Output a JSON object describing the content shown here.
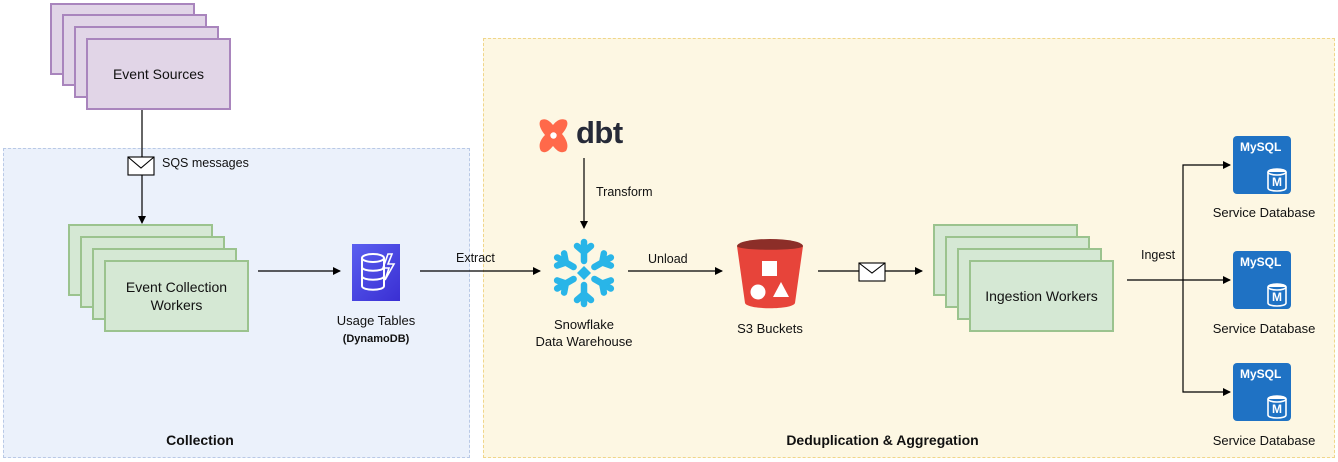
{
  "groups": {
    "collection": "Collection",
    "dedup": "Deduplication & Aggregation"
  },
  "nodes": {
    "event_sources": "Event Sources",
    "event_collection_workers": [
      "Event Collection",
      "Workers"
    ],
    "usage_tables": "Usage Tables",
    "usage_tables_sub": "(DynamoDB)",
    "dbt": "dbt",
    "snowflake": [
      "Snowflake",
      "Data Warehouse"
    ],
    "s3": "S3 Buckets",
    "ingestion_workers": "Ingestion Workers",
    "mysql_logo": "MySQL",
    "mysql_m": "M",
    "service_db": [
      "Service Database",
      "Service Database",
      "Service Database"
    ]
  },
  "edges": {
    "sqs": "SQS messages",
    "transform": "Transform",
    "extract": "Extract",
    "unload": "Unload",
    "ingest": "Ingest"
  },
  "colors": {
    "purple_fill": "#e1d5e7",
    "purple_stroke": "#a985bd",
    "green_fill": "#d5e8d4",
    "green_stroke": "#9bc38e",
    "collection_bg": "#ebf1fb",
    "dedup_bg": "#fdf7e3",
    "dynamodb": "#4b4ee8",
    "snowflake": "#29b5e8",
    "s3": "#e7443a",
    "mysql": "#1f72c4",
    "dbt": "#ff694a"
  }
}
